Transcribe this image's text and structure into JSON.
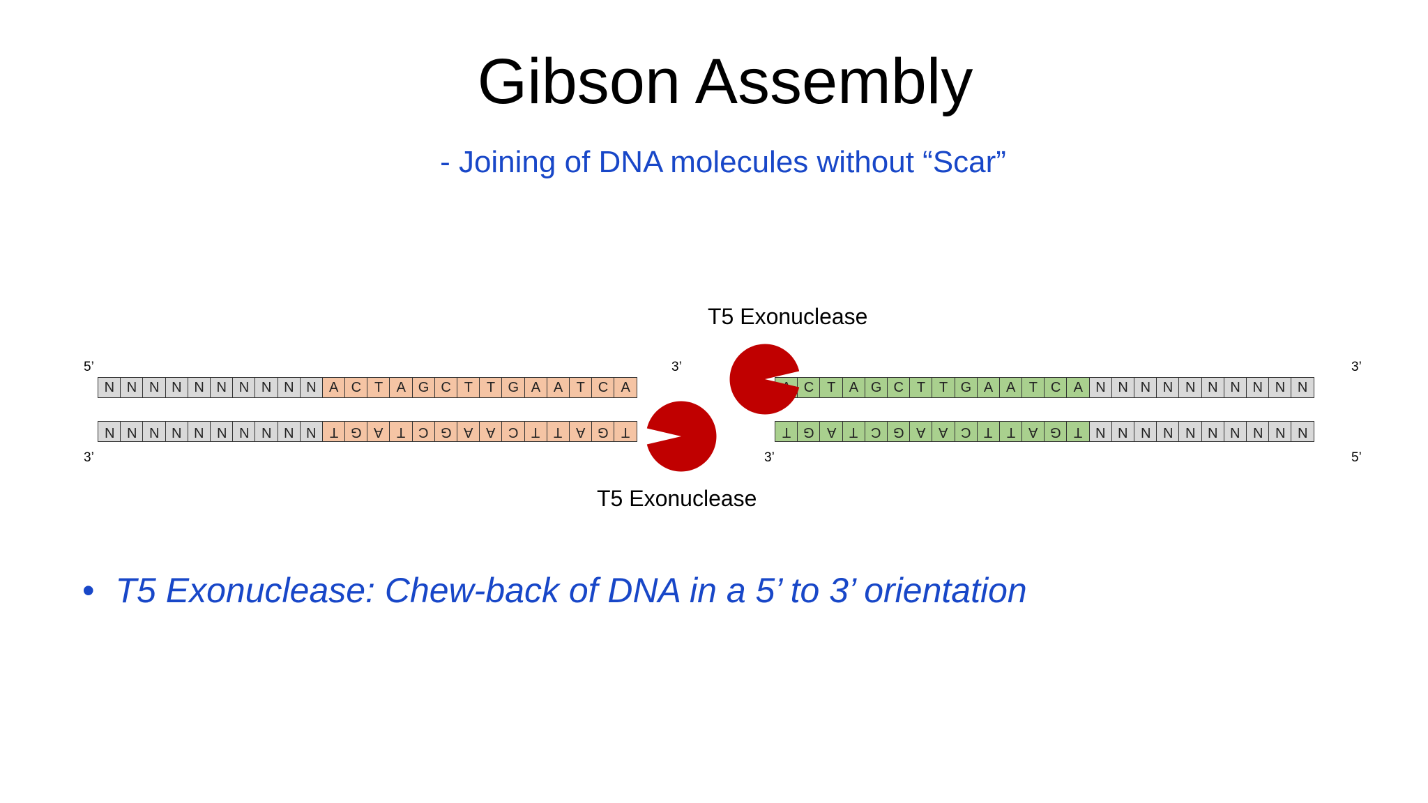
{
  "slide": {
    "title": "Gibson Assembly",
    "subtitle": "- Joining of DNA molecules without “Scar”",
    "bullet": {
      "marker": "•",
      "text": "T5 Exonuclease: Chew-back of DNA in a 5’ to 3’ orientation"
    }
  },
  "enzyme": {
    "label_top": "T5 Exonuclease",
    "label_bottom": "T5 Exonuclease",
    "color": "#c00000"
  },
  "colors": {
    "gray": "#d9d9d9",
    "orange": "#f5c4a4",
    "green": "#a9d08e",
    "text_blue": "#1847c8"
  },
  "fragments": {
    "left": {
      "top_5prime": "5’",
      "top_3prime": "3’",
      "bottom_3prime": "3’",
      "top_strand": [
        [
          "N",
          "gray"
        ],
        [
          "N",
          "gray"
        ],
        [
          "N",
          "gray"
        ],
        [
          "N",
          "gray"
        ],
        [
          "N",
          "gray"
        ],
        [
          "N",
          "gray"
        ],
        [
          "N",
          "gray"
        ],
        [
          "N",
          "gray"
        ],
        [
          "N",
          "gray"
        ],
        [
          "N",
          "gray"
        ],
        [
          "A",
          "orange"
        ],
        [
          "C",
          "orange"
        ],
        [
          "T",
          "orange"
        ],
        [
          "A",
          "orange"
        ],
        [
          "G",
          "orange"
        ],
        [
          "C",
          "orange"
        ],
        [
          "T",
          "orange"
        ],
        [
          "T",
          "orange"
        ],
        [
          "G",
          "orange"
        ],
        [
          "A",
          "orange"
        ],
        [
          "A",
          "orange"
        ],
        [
          "T",
          "orange"
        ],
        [
          "C",
          "orange"
        ],
        [
          "A",
          "orange"
        ]
      ],
      "bottom_strand": [
        [
          "N",
          "gray"
        ],
        [
          "N",
          "gray"
        ],
        [
          "N",
          "gray"
        ],
        [
          "N",
          "gray"
        ],
        [
          "N",
          "gray"
        ],
        [
          "N",
          "gray"
        ],
        [
          "N",
          "gray"
        ],
        [
          "N",
          "gray"
        ],
        [
          "N",
          "gray"
        ],
        [
          "N",
          "gray"
        ],
        [
          "T",
          "orange"
        ],
        [
          "G",
          "orange"
        ],
        [
          "A",
          "orange"
        ],
        [
          "T",
          "orange"
        ],
        [
          "C",
          "orange"
        ],
        [
          "G",
          "orange"
        ],
        [
          "A",
          "orange"
        ],
        [
          "A",
          "orange"
        ],
        [
          "C",
          "orange"
        ],
        [
          "T",
          "orange"
        ],
        [
          "T",
          "orange"
        ],
        [
          "A",
          "orange"
        ],
        [
          "G",
          "orange"
        ],
        [
          "T",
          "orange"
        ]
      ]
    },
    "right": {
      "top_3prime": "3’",
      "bottom_3prime": "3’",
      "bottom_5prime": "5’",
      "top_strand": [
        [
          "A",
          "green"
        ],
        [
          "C",
          "green"
        ],
        [
          "T",
          "green"
        ],
        [
          "A",
          "green"
        ],
        [
          "G",
          "green"
        ],
        [
          "C",
          "green"
        ],
        [
          "T",
          "green"
        ],
        [
          "T",
          "green"
        ],
        [
          "G",
          "green"
        ],
        [
          "A",
          "green"
        ],
        [
          "A",
          "green"
        ],
        [
          "T",
          "green"
        ],
        [
          "C",
          "green"
        ],
        [
          "A",
          "green"
        ],
        [
          "N",
          "gray"
        ],
        [
          "N",
          "gray"
        ],
        [
          "N",
          "gray"
        ],
        [
          "N",
          "gray"
        ],
        [
          "N",
          "gray"
        ],
        [
          "N",
          "gray"
        ],
        [
          "N",
          "gray"
        ],
        [
          "N",
          "gray"
        ],
        [
          "N",
          "gray"
        ],
        [
          "N",
          "gray"
        ]
      ],
      "bottom_strand": [
        [
          "T",
          "green"
        ],
        [
          "G",
          "green"
        ],
        [
          "A",
          "green"
        ],
        [
          "T",
          "green"
        ],
        [
          "C",
          "green"
        ],
        [
          "G",
          "green"
        ],
        [
          "A",
          "green"
        ],
        [
          "A",
          "green"
        ],
        [
          "C",
          "green"
        ],
        [
          "T",
          "green"
        ],
        [
          "T",
          "green"
        ],
        [
          "A",
          "green"
        ],
        [
          "G",
          "green"
        ],
        [
          "T",
          "green"
        ],
        [
          "N",
          "gray"
        ],
        [
          "N",
          "gray"
        ],
        [
          "N",
          "gray"
        ],
        [
          "N",
          "gray"
        ],
        [
          "N",
          "gray"
        ],
        [
          "N",
          "gray"
        ],
        [
          "N",
          "gray"
        ],
        [
          "N",
          "gray"
        ],
        [
          "N",
          "gray"
        ],
        [
          "N",
          "gray"
        ]
      ]
    }
  }
}
